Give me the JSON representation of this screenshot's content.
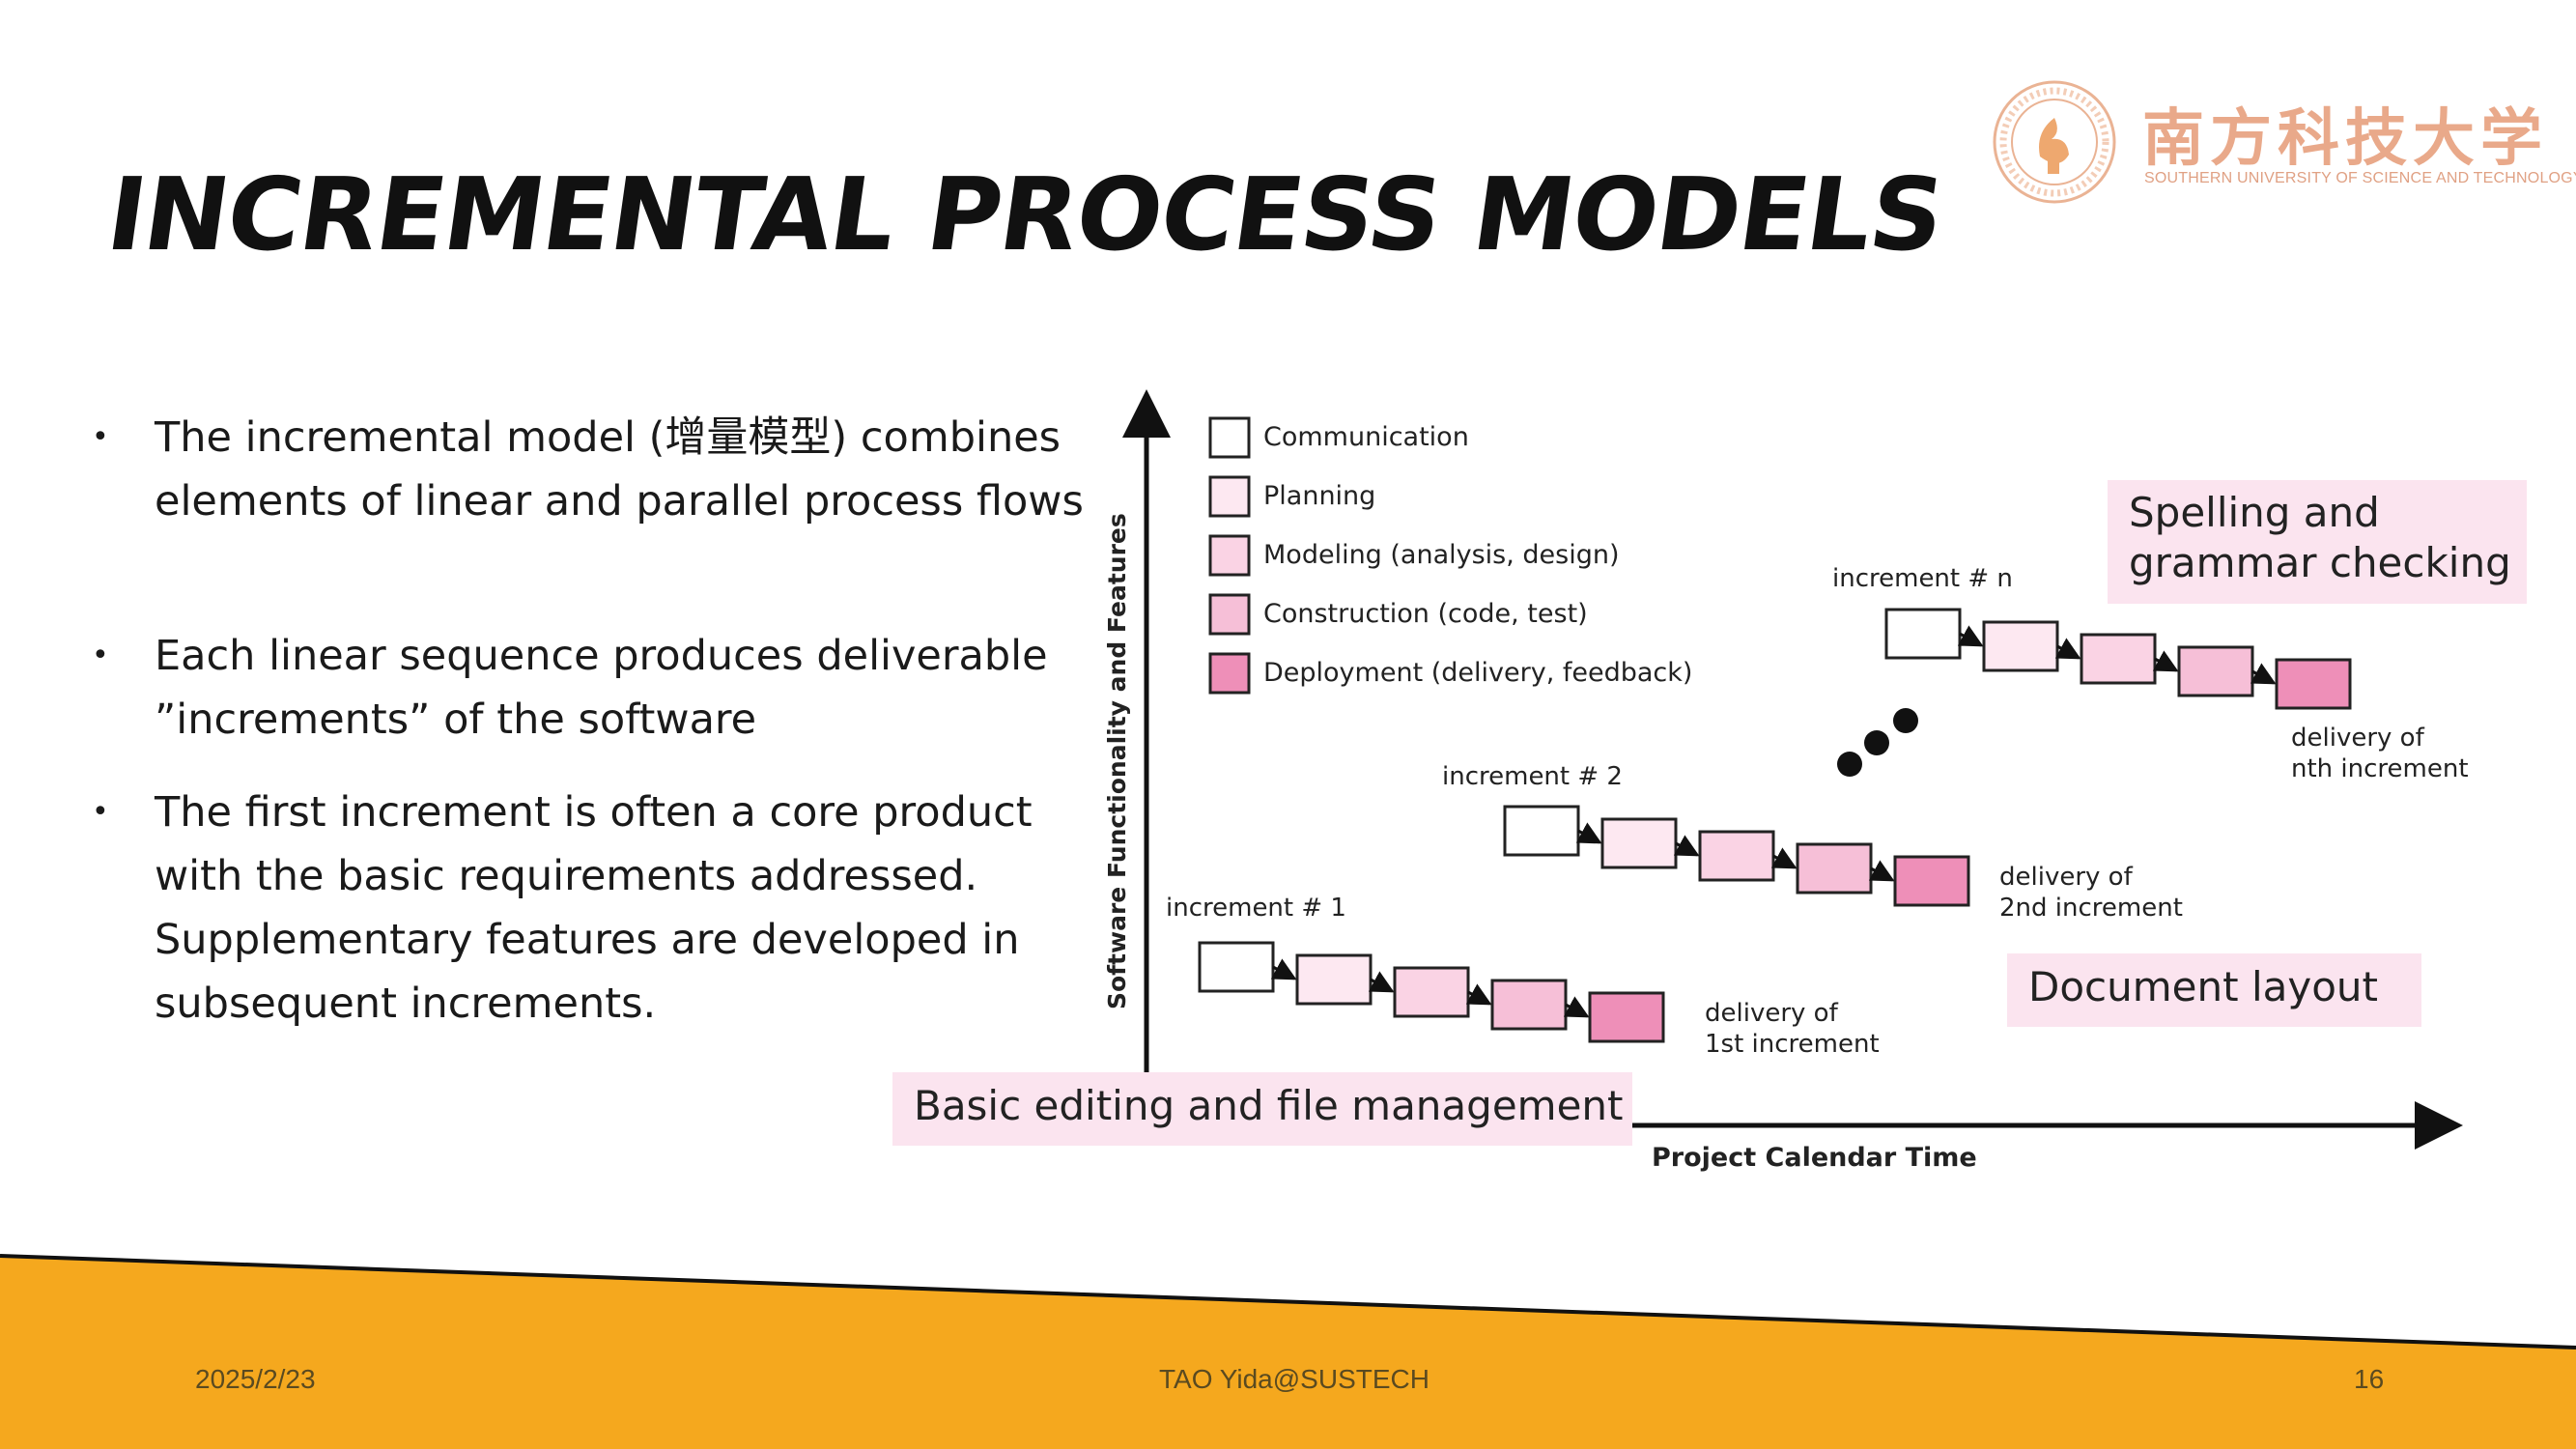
{
  "slide": {
    "title": "INCREMENTAL PROCESS MODELS",
    "logo": {
      "chinese_name": "南方科技大学",
      "english_name": "SOUTHERN UNIVERSITY OF SCIENCE AND TECHNOLOGY"
    },
    "bullets": [
      "The incremental model (增量模型) combines elements of linear and parallel process flows",
      "Each linear sequence produces deliverable ”increments” of the software",
      "The first increment is often a core product with the basic requirements addressed. Supplementary features are developed in subsequent increments."
    ],
    "footer": {
      "date": "2025/2/23",
      "author": "TAO Yida@SUSTECH",
      "page": "16"
    }
  },
  "diagram": {
    "y_axis_label": "Software Functionality and Features",
    "x_axis_label": "Project Calendar Time",
    "legend": [
      {
        "label": "Communication",
        "color": "#ffffff"
      },
      {
        "label": "Planning",
        "color": "#fde8f1"
      },
      {
        "label": "Modeling (analysis, design)",
        "color": "#fad3e4"
      },
      {
        "label": "Construction (code, test)",
        "color": "#f6bfd7"
      },
      {
        "label": "Deployment (delivery, feedback)",
        "color": "#ee8fb8"
      }
    ],
    "increments": [
      {
        "label": "increment # 1",
        "delivery_line1": "delivery of",
        "delivery_line2": "1st increment"
      },
      {
        "label": "increment # 2",
        "delivery_line1": "delivery of",
        "delivery_line2": "2nd increment"
      },
      {
        "label": "increment # n",
        "delivery_line1": "delivery of",
        "delivery_line2": "nth increment"
      }
    ],
    "callouts": {
      "basic": "Basic editing and file management",
      "document": "Document layout",
      "spelling_line1": "Spelling and",
      "spelling_line2": "grammar checking"
    }
  }
}
